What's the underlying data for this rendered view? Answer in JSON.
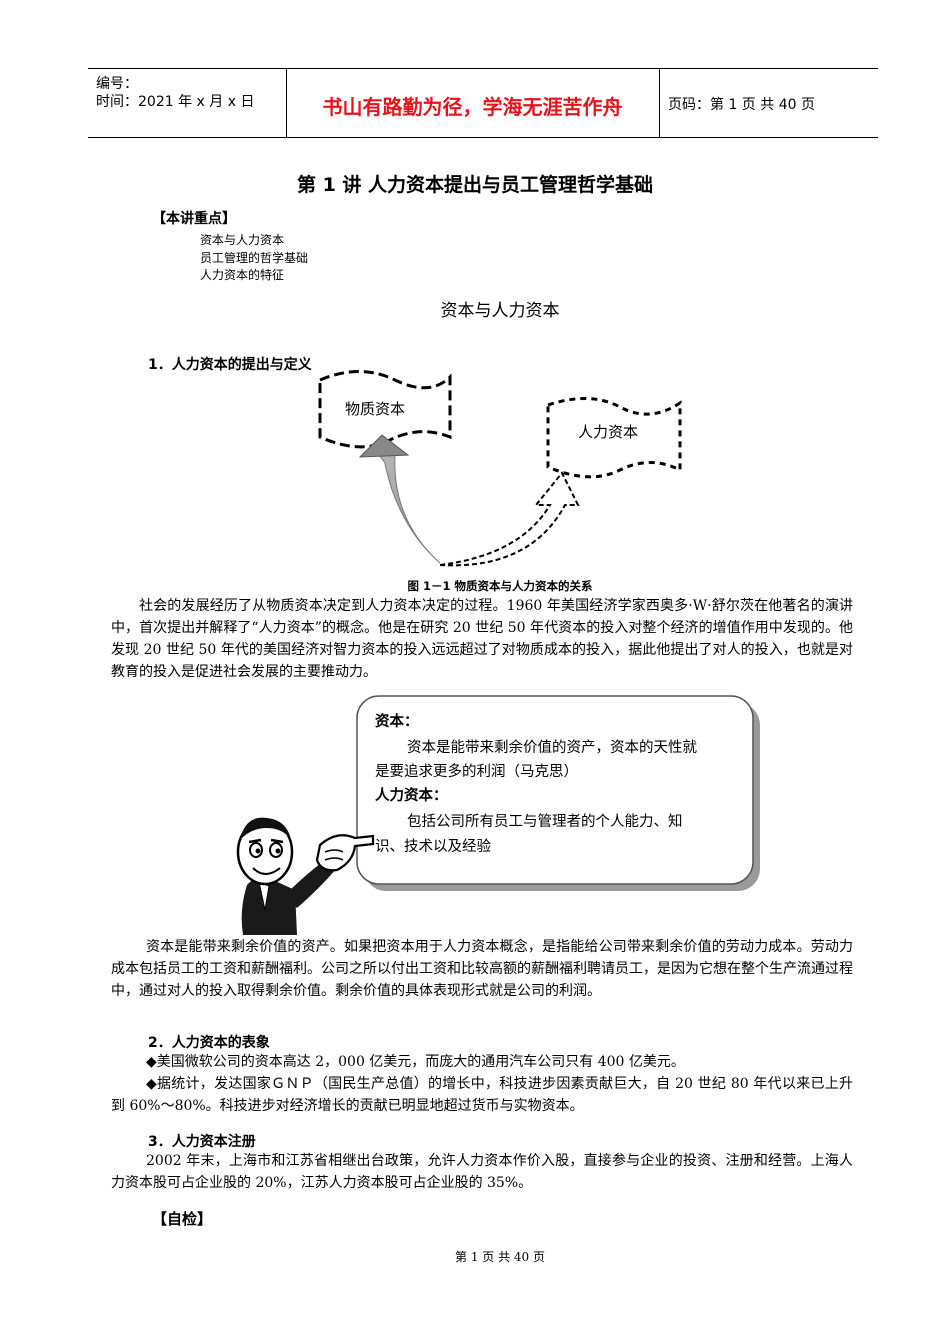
{
  "header": {
    "serial_label": "编号：",
    "time_label": "时间：2021 年 x 月 x 日",
    "motto": "书山有路勤为径，学海无涯苦作舟",
    "page_label": "页码：第 1 页  共 40 页",
    "motto_color": "#e4141c"
  },
  "lecture_title": "第 1 讲    人力资本提出与员工管理哲学基础",
  "key_points": {
    "heading": "【本讲重点】",
    "items": [
      "资本与人力资本",
      "员工管理的哲学基础",
      "人力资本的特征"
    ]
  },
  "section_heading": "资本与人力资本",
  "sub1": {
    "heading": "1．人力资本的提出与定义",
    "diagram": {
      "physical_capital": "物质资本",
      "human_capital": "人力资本"
    },
    "figure_caption": "图 1－1    物质资本与人力资本的关系",
    "paragraph1": "社会的发展经历了从物质资本决定到人力资本决定的过程。1960 年美国经济学家西奥多·W·舒尔茨在他著名的演讲中，首次提出并解释了“人力资本”的概念。他是在研究 20 世纪 50 年代资本的投入对整个经济的增值作用中发现的。他发现 20 世纪 50 年代的美国经济对智力资本的投入远远超过了对物质成本的投入，据此他提出了对人的投入，也就是对教育的投入是促进社会发展的主要推动力。",
    "callout": {
      "capital_label": "资本：",
      "capital_def_line1": "资本是能带来剩余价值的资产，资本的天性就",
      "capital_def_line2": "是要追求更多的利润（马克思）",
      "human_label": "人力资本：",
      "human_def_line1": "包括公司所有员工与管理者的个人能力、知",
      "human_def_line2": "识、技术以及经验"
    },
    "paragraph2": "资本是能带来剩余价值的资产。如果把资本用于人力资本概念，是指能给公司带来剩余价值的劳动力成本。劳动力成本包括员工的工资和薪酬福利。公司之所以付出工资和比较高额的薪酬福利聘请员工，是因为它想在整个生产流通过程中，通过对人的投入取得剩余价值。剩余价值的具体表现形式就是公司的利润。"
  },
  "sub2": {
    "heading": "2．人力资本的表象",
    "bullet1": "◆美国微软公司的资本高达 2，000 亿美元，而庞大的通用汽车公司只有 400 亿美元。",
    "bullet2": "◆据统计，发达国家ＧＮＰ（国民生产总值）的增长中，科技进步因素贡献巨大，自 20 世纪 80 年代以来已上升到 60%～80%。科技进步对经济增长的贡献已明显地超过货币与实物资本。"
  },
  "sub3": {
    "heading": "3．人力资本注册",
    "paragraph": "2002 年末，上海市和江苏省相继出台政策，允许人力资本作价入股，直接参与企业的投资、注册和经营。上海人力资本股可占企业股的 20%，江苏人力资本股可占企业股的 35%。"
  },
  "self_check": "【自检】",
  "footer": "第  1  页  共  40  页"
}
